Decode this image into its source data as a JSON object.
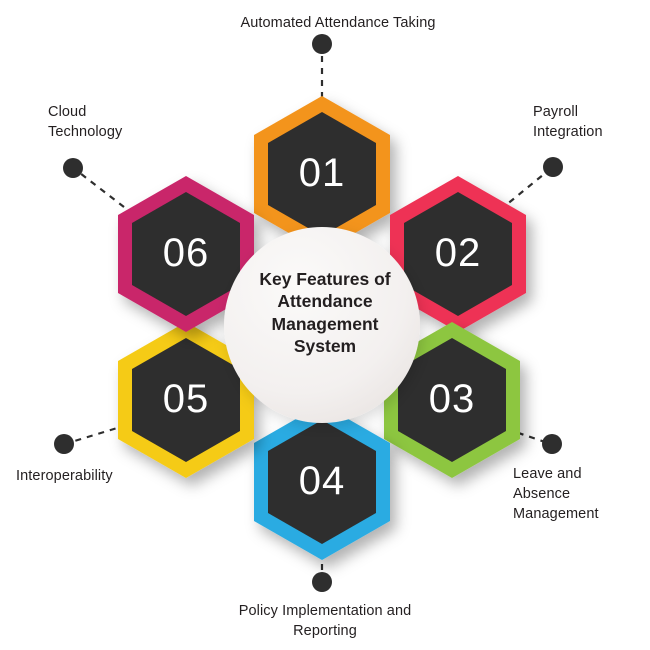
{
  "diagram": {
    "title": "Key Features of Attendance Management System",
    "center_label": "Key Features of\nAttendance\nManagement\nSystem",
    "colors": {
      "orange": "#F3941F",
      "crimson": "#EE3355",
      "green": "#8DC63F",
      "blue": "#29ABE2",
      "yellow": "#F5CB16",
      "magenta": "#C9256B",
      "hex_inner": "#2E2E2E",
      "dot": "#2E2E2E",
      "text": "#231f20",
      "center_fill": "#F2EFEE",
      "background": "#FFFFFF"
    },
    "nodes": [
      {
        "number": "01",
        "label": "Automated Attendance Taking",
        "color": "#F3941F",
        "position": "top"
      },
      {
        "number": "02",
        "label": "Payroll\nIntegration",
        "color": "#EE3355",
        "position": "top-right"
      },
      {
        "number": "03",
        "label": "Leave and\nAbsence\nManagement",
        "color": "#8DC63F",
        "position": "bottom-right"
      },
      {
        "number": "04",
        "label": "Policy Implementation and\nReporting",
        "color": "#29ABE2",
        "position": "bottom"
      },
      {
        "number": "05",
        "label": "Interoperability",
        "color": "#F5CB16",
        "position": "bottom-left"
      },
      {
        "number": "06",
        "label": "Cloud\nTechnology",
        "color": "#C9256B",
        "position": "top-left"
      }
    ]
  }
}
